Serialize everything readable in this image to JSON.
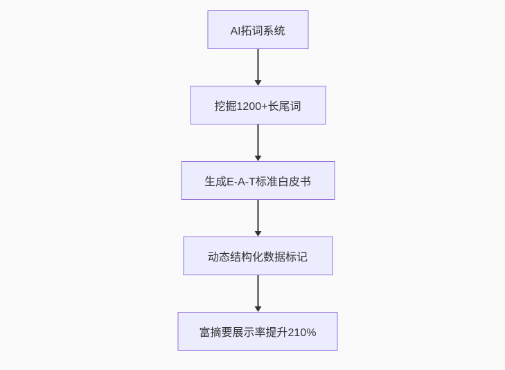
{
  "theme": {
    "page-bg": "#fafafa",
    "node-fill": "#ECECFF",
    "node-border": "#9370DB",
    "edge": "#333333",
    "text": "#333333"
  },
  "diagram": {
    "type": "flowchart",
    "direction": "top-down",
    "nodes": [
      {
        "id": "n1",
        "label": "AI拓词系统"
      },
      {
        "id": "n2",
        "label": "挖掘1200+长尾词"
      },
      {
        "id": "n3",
        "label": "生成E-A-T标准白皮书"
      },
      {
        "id": "n4",
        "label": "动态结构化数据标记"
      },
      {
        "id": "n5",
        "label": "富摘要展示率提升210%"
      }
    ],
    "edges": [
      {
        "from": "n1",
        "to": "n2"
      },
      {
        "from": "n2",
        "to": "n3"
      },
      {
        "from": "n3",
        "to": "n4"
      },
      {
        "from": "n4",
        "to": "n5"
      }
    ]
  }
}
